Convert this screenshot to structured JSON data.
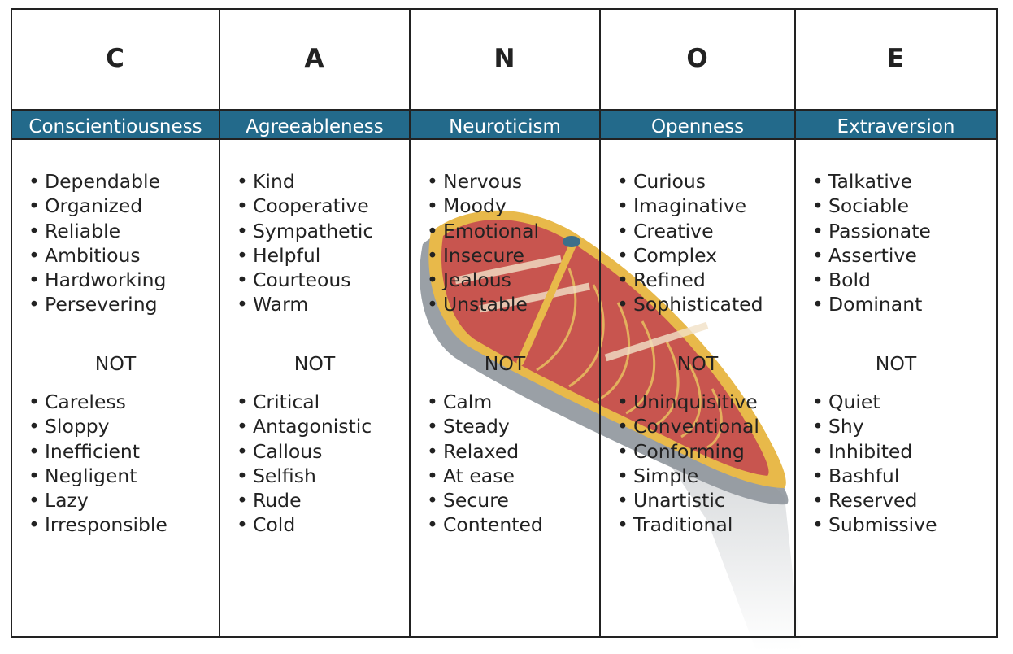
{
  "columns": [
    {
      "letter": "C",
      "trait": "Conscientiousness",
      "high": [
        "Dependable",
        "Organized",
        "Reliable",
        "Ambitious",
        "Hardworking",
        "Persevering"
      ],
      "not_label": "NOT",
      "low": [
        "Careless",
        "Sloppy",
        "Inefficient",
        "Negligent",
        "Lazy",
        "Irresponsible"
      ]
    },
    {
      "letter": "A",
      "trait": "Agreeableness",
      "high": [
        "Kind",
        "Cooperative",
        "Sympathetic",
        "Helpful",
        "Courteous",
        "Warm"
      ],
      "not_label": "NOT",
      "low": [
        "Critical",
        "Antagonistic",
        "Callous",
        "Selfish",
        "Rude",
        "Cold"
      ]
    },
    {
      "letter": "N",
      "trait": "Neuroticism",
      "high": [
        "Nervous",
        "Moody",
        "Emotional",
        "Insecure",
        "Jealous",
        "Unstable"
      ],
      "not_label": "NOT",
      "low": [
        "Calm",
        "Steady",
        "Relaxed",
        "At ease",
        "Secure",
        "Contented"
      ]
    },
    {
      "letter": "O",
      "trait": "Openness",
      "high": [
        "Curious",
        "Imaginative",
        "Creative",
        "Complex",
        "Refined",
        "Sophisticated"
      ],
      "not_label": "NOT",
      "low": [
        "Uninquisitive",
        "Conventional",
        "Conforming",
        "Simple",
        "Unartistic",
        "Traditional"
      ]
    },
    {
      "letter": "E",
      "trait": "Extraversion",
      "high": [
        "Talkative",
        "Sociable",
        "Passionate",
        "Assertive",
        "Bold",
        "Dominant"
      ],
      "not_label": "NOT",
      "low": [
        "Quiet",
        "Shy",
        "Inhibited",
        "Bashful",
        "Reserved",
        "Submissive"
      ]
    }
  ],
  "colors": {
    "band": "#236a8b",
    "band_text": "#ffffff",
    "border": "#222222",
    "canoe_hull": "#e8b94a",
    "canoe_interior": "#c8554f",
    "canoe_outer": "#8f969c"
  },
  "illustration": "canoe-icon"
}
